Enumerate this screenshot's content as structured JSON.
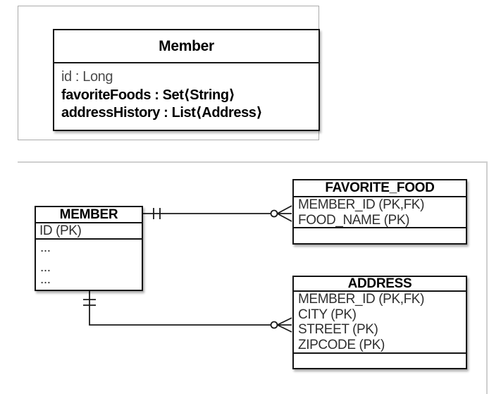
{
  "colors": {
    "background": "#ffffff",
    "box_border": "#141414",
    "uml_panel_border": "#ababab",
    "erd_panel_border": "#cfcfcf",
    "muted_attr_text": "#4c4c4c",
    "row_text": "#2f2f2f"
  },
  "uml_panel": {
    "class_box": {
      "title": "Member",
      "attributes": [
        {
          "text": "id : Long",
          "style": "muted"
        },
        {
          "text": "favoriteFoods : Set⟨String⟩",
          "style": "bold"
        },
        {
          "text": "addressHistory : List⟨Address⟩",
          "style": "bold"
        }
      ]
    }
  },
  "erd_panel": {
    "tables": {
      "member": {
        "title": "MEMBER",
        "pk_row": "ID (PK)",
        "ellipsis_rows": [
          "...",
          "...",
          "..."
        ]
      },
      "favorite_food": {
        "title": "FAVORITE_FOOD",
        "rows": [
          "MEMBER_ID (PK,FK)",
          "FOOD_NAME (PK)"
        ]
      },
      "address": {
        "title": "ADDRESS",
        "rows": [
          "MEMBER_ID (PK,FK)",
          "CITY (PK)",
          "STREET (PK)",
          "ZIPCODE (PK)"
        ]
      }
    },
    "relationships": [
      {
        "from": "MEMBER",
        "to": "FAVORITE_FOOD",
        "from_cardinality": "exactly-one",
        "to_cardinality": "zero-or-many"
      },
      {
        "from": "MEMBER",
        "to": "ADDRESS",
        "from_cardinality": "exactly-one",
        "to_cardinality": "zero-or-many"
      }
    ]
  }
}
